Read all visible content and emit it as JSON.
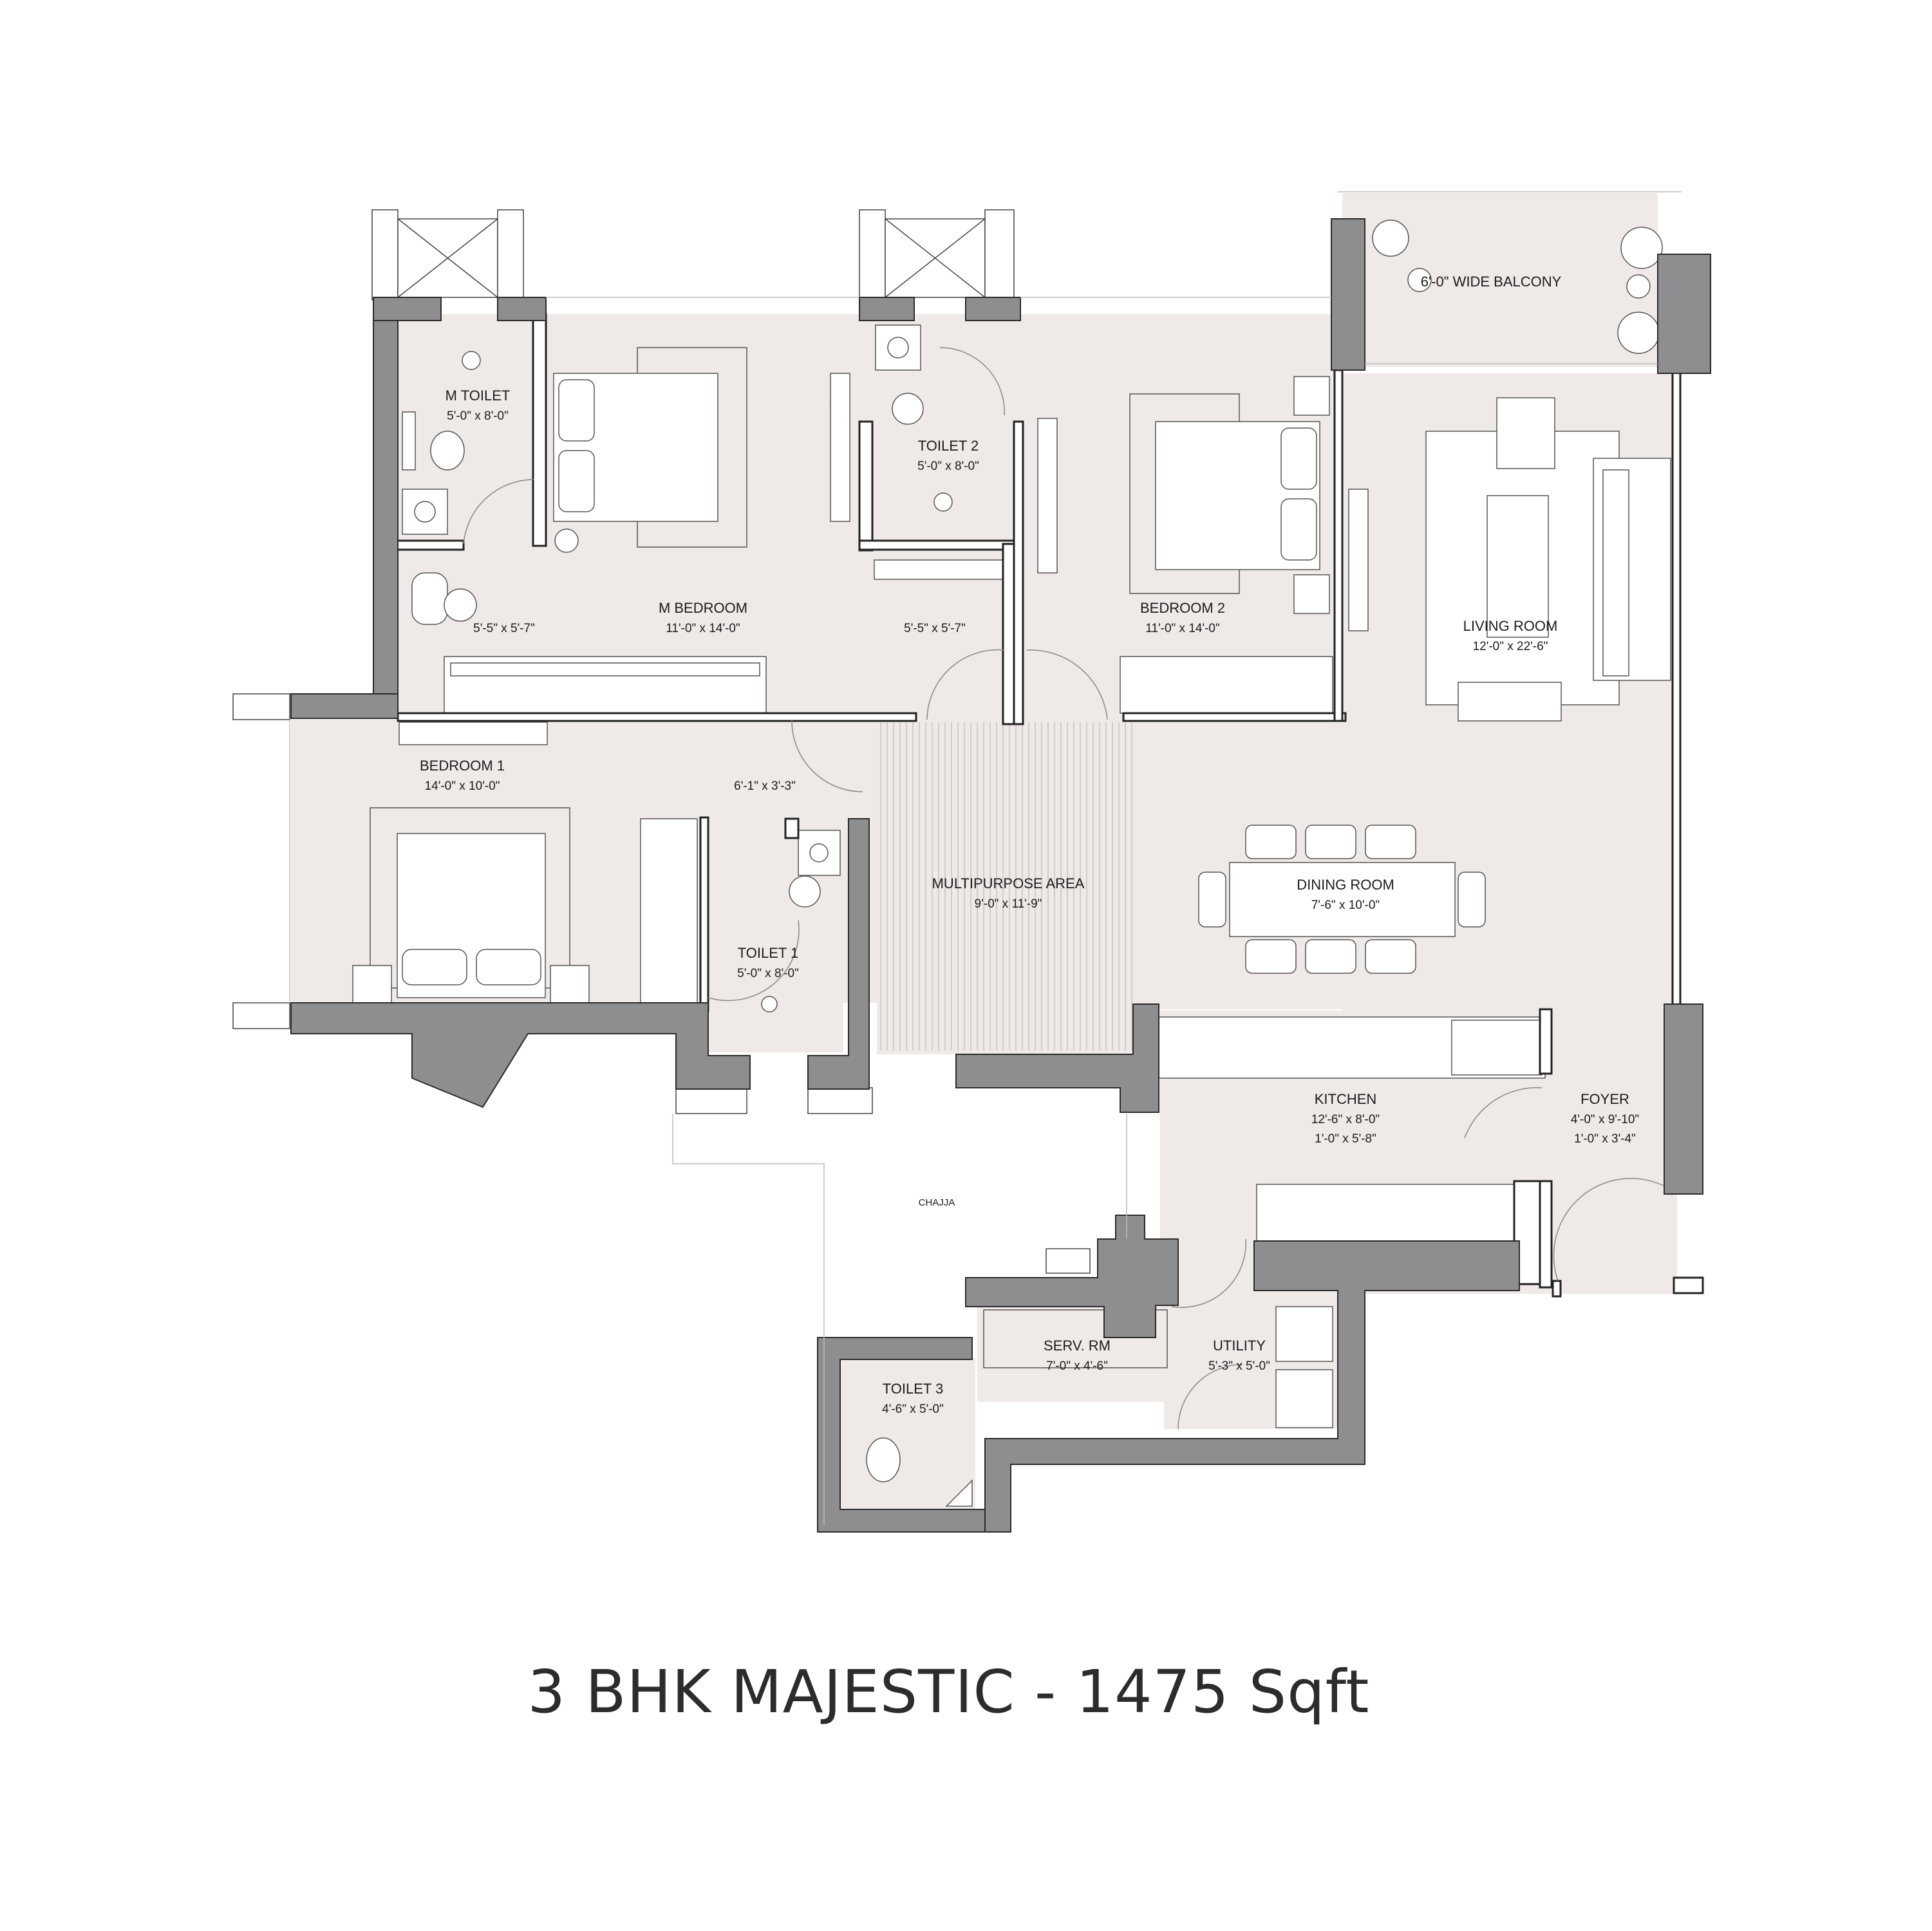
{
  "title": "3 BHK MAJESTIC - 1475 Sqft",
  "colors": {
    "floor": "#efe9e7",
    "wall": "#8e8e90",
    "line": "#2b2b2b",
    "furniture": "#ffffff"
  },
  "rooms": {
    "balcony": {
      "name": "6'-0\" WIDE BALCONY"
    },
    "m_toilet": {
      "name": "M TOILET",
      "dim": "5'-0\" x 8'-0\""
    },
    "toilet2": {
      "name": "TOILET 2",
      "dim": "5'-0\" x 8'-0\""
    },
    "m_bedroom": {
      "name": "M BEDROOM",
      "dim": "11'-0\" x 14'-0\"",
      "wardrobe_left": "5'-5\" x 5'-7\"",
      "wardrobe_right": "5'-5\" x 5'-7\""
    },
    "bedroom2": {
      "name": "BEDROOM 2",
      "dim": "11'-0\" x 14'-0\""
    },
    "living": {
      "name": "LIVING ROOM",
      "dim": "12'-0\" x 22'-6\""
    },
    "bedroom1": {
      "name": "BEDROOM 1",
      "dim": "14'-0\" x 10'-0\""
    },
    "passage": {
      "dim": "6'-1\" x 3'-3\""
    },
    "multipurpose": {
      "name": "MULTIPURPOSE AREA",
      "dim": "9'-0\" x 11'-9\""
    },
    "dining": {
      "name": "DINING ROOM",
      "dim": "7'-6\" x 10'-0\""
    },
    "toilet1": {
      "name": "TOILET 1",
      "dim": "5'-0\" x 8'-0\""
    },
    "kitchen": {
      "name": "KITCHEN",
      "dim": "12'-6\" x 8'-0\"",
      "dim2": "1'-0\" x 5'-8\""
    },
    "foyer": {
      "name": "FOYER",
      "dim": "4'-0\" x 9'-10\"",
      "dim2": "1'-0\" x 3'-4\""
    },
    "chajja": {
      "name": "CHAJJA"
    },
    "serv_rm": {
      "name": "SERV. RM",
      "dim": "7'-0\" x 4'-6\""
    },
    "utility": {
      "name": "UTILITY",
      "dim": "5'-3\" x 5'-0\""
    },
    "toilet3": {
      "name": "TOILET 3",
      "dim": "4'-6\" x 5'-0\""
    }
  }
}
